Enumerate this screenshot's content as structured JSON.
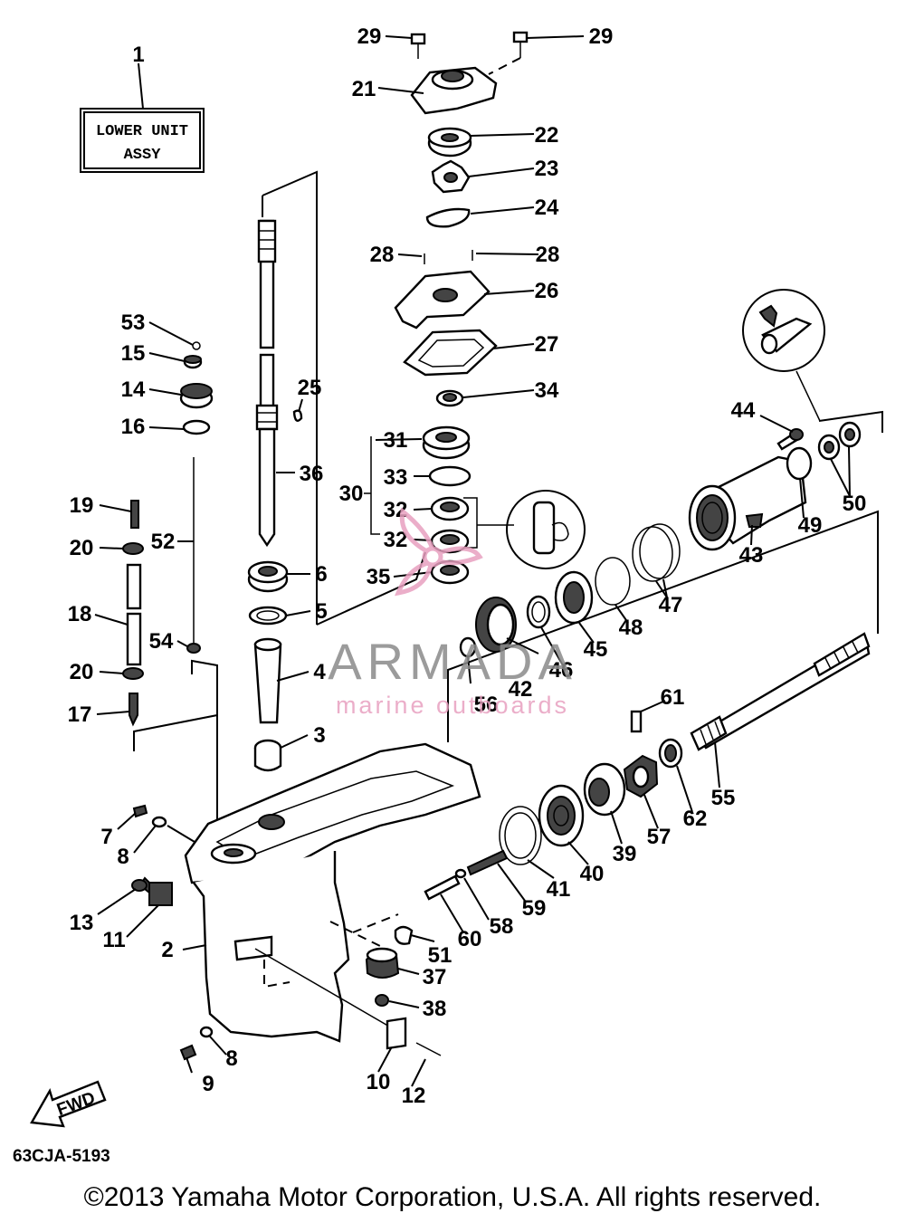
{
  "diagram": {
    "assembly_label": [
      "LOWER UNIT",
      "ASSY"
    ],
    "drawing_code": "63CJA-5193",
    "fwd_label": "FWD",
    "callouts": [
      "1",
      "2",
      "3",
      "4",
      "5",
      "6",
      "7",
      "8",
      "8",
      "9",
      "10",
      "11",
      "12",
      "13",
      "14",
      "15",
      "16",
      "17",
      "18",
      "19",
      "20",
      "20",
      "21",
      "22",
      "23",
      "24",
      "25",
      "26",
      "27",
      "28",
      "28",
      "29",
      "29",
      "30",
      "31",
      "32",
      "32",
      "33",
      "34",
      "35",
      "36",
      "37",
      "38",
      "39",
      "40",
      "41",
      "42",
      "43",
      "44",
      "45",
      "46",
      "47",
      "48",
      "49",
      "50",
      "51",
      "52",
      "53",
      "54",
      "55",
      "56",
      "57",
      "58",
      "59",
      "60",
      "61",
      "62"
    ]
  },
  "watermark": {
    "brand": "ARMADA",
    "tagline": "marine outboards",
    "accent_color": "#e8a0c0",
    "text_color": "#8a8a8a"
  },
  "footer": {
    "copyright": "©2013 Yamaha Motor Corporation, U.S.A. All rights reserved."
  }
}
